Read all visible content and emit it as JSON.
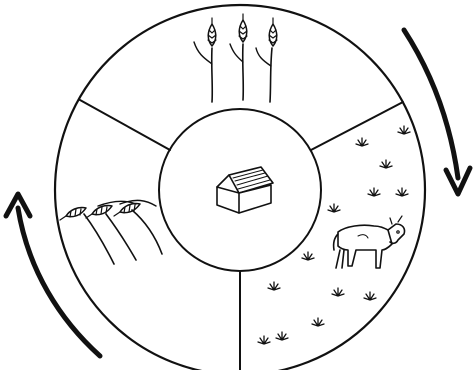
{
  "diagram": {
    "type": "crop-rotation-cycle",
    "rotation_direction": "clockwise",
    "center": {
      "icon": "barn-icon"
    },
    "sectors": [
      {
        "id": "wheat",
        "icon": "wheat-stalks-icon",
        "position": "top"
      },
      {
        "id": "pasture",
        "icon": "cow-grazing-icon",
        "position": "right"
      },
      {
        "id": "fallow",
        "icon": "empty-field",
        "position": "bottom"
      },
      {
        "id": "harvest",
        "icon": "cut-wheat-icon",
        "position": "left"
      }
    ],
    "arrows": [
      {
        "icon": "clockwise-arrow-right-icon"
      },
      {
        "icon": "clockwise-arrow-left-icon"
      }
    ],
    "colors": {
      "ink": "#111111",
      "background": "#ffffff"
    }
  }
}
